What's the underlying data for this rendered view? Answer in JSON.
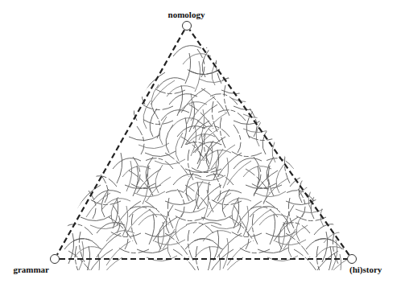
{
  "diagram": {
    "nodes": [
      {
        "text": [
          "nomology"
        ]
      },
      {
        "text": [
          "grammar"
        ]
      },
      {
        "text": [
          "(hi)story"
        ]
      }
    ],
    "edges": [
      {
        "from": 0,
        "to": 1,
        "arrow": "none"
      },
      {
        "from": 1,
        "to": 2,
        "arrow": "none"
      },
      {
        "from": 2,
        "to": 0,
        "arrow": "none"
      }
    ]
  }
}
